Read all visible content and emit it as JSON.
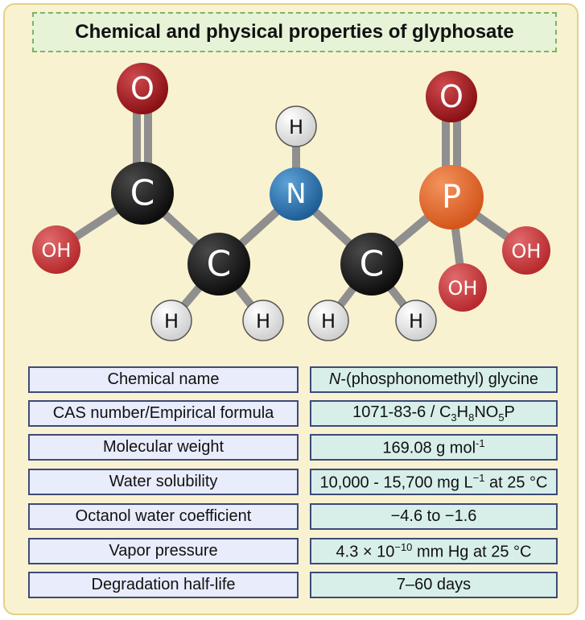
{
  "title": "Chemical and physical properties of glyphosate",
  "molecule": {
    "atoms": {
      "o_carbonyl": "O",
      "c_carboxyl": "C",
      "oh_carboxyl": "OH",
      "c_alpha": "C",
      "h_alpha_1": "H",
      "h_alpha_2": "H",
      "h_amine": "H",
      "n": "N",
      "c_methylene": "C",
      "h_methylene_1": "H",
      "h_methylene_2": "H",
      "p": "P",
      "o_phosphoryl": "O",
      "oh_p_1": "OH",
      "oh_p_2": "OH"
    },
    "colors": {
      "oxygen": "#a3191d",
      "carbon": "#1c1c1c",
      "hydroxyl": "#cc3b3d",
      "nitrogen": "#2f79b6",
      "hydrogen": "#e6e6e6",
      "phosphorus": "#e86a2e",
      "bond": "#8f8f8f"
    }
  },
  "properties": {
    "chemical_name": {
      "label": "Chemical name",
      "value_italic": "N",
      "value_rest": "-(phosphonomethyl) glycine"
    },
    "cas": {
      "label": "CAS number/Empirical formula",
      "value_prefix": "1071-83-6 / C",
      "c_count": "3",
      "h_symbol": "H",
      "h_count": "8",
      "no_symbol": "NO",
      "o_count": "5",
      "p_symbol": "P"
    },
    "molecular_weight": {
      "label": "Molecular weight",
      "value_prefix": "169.08 g mol",
      "exponent": "-1"
    },
    "water_solubility": {
      "label": "Water solubility",
      "value_prefix": "10,000 - 15,700 mg L",
      "exponent": "−1",
      "value_suffix": " at 25 °C"
    },
    "octanol": {
      "label": "Octanol water coefficient",
      "value": "−4.6 to −1.6"
    },
    "vapor_pressure": {
      "label": "Vapor pressure",
      "value_prefix": "4.3 × 10",
      "exponent": "−10",
      "value_suffix": " mm Hg at 25 °C"
    },
    "half_life": {
      "label": "Degradation half-life",
      "value": "7–60 days"
    }
  }
}
